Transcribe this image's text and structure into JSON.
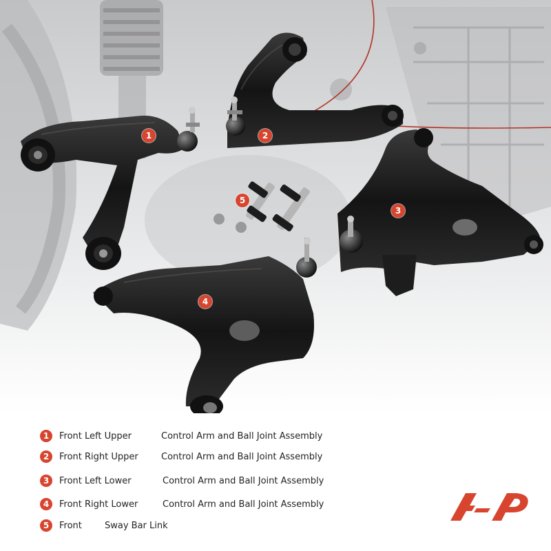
{
  "colors": {
    "accent": "#d8452f",
    "arm": "#1b1b1b",
    "background_grey": "#d9dadc"
  },
  "callouts": [
    "1",
    "2",
    "3",
    "4",
    "5"
  ],
  "legend": [
    {
      "num": "1",
      "position": "Front Left Upper",
      "description": "Control Arm and Ball Joint Assembly"
    },
    {
      "num": "2",
      "position": "Front Right Upper",
      "description": "Control Arm and Ball Joint Assembly"
    },
    {
      "num": "3",
      "position": "Front Left Lower",
      "description": "Control Arm and Ball Joint Assembly"
    },
    {
      "num": "4",
      "position": "Front Right Lower",
      "description": "Control Arm and Ball Joint Assembly"
    },
    {
      "num": "5",
      "position": "Front",
      "description": "Sway Bar Link"
    }
  ],
  "logo": {
    "icon": "brand-logo-icon"
  }
}
